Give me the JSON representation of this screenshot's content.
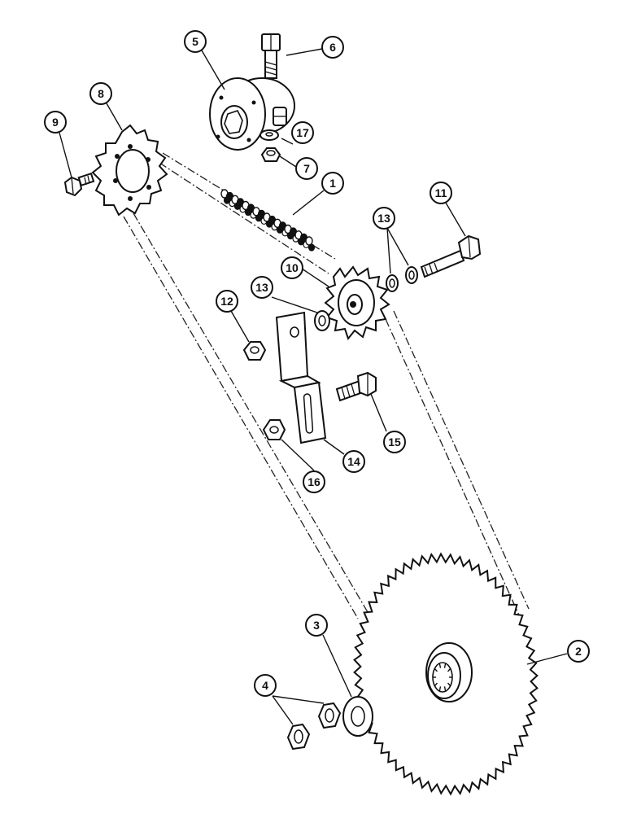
{
  "callouts": {
    "c1": "1",
    "c2": "2",
    "c3": "3",
    "c4": "4",
    "c5": "5",
    "c6": "6",
    "c7": "7",
    "c8": "8",
    "c9": "9",
    "c10": "10",
    "c11": "11",
    "c12": "12",
    "c13a": "13",
    "c13b": "13",
    "c14": "14",
    "c15": "15",
    "c16": "16",
    "c17": "17"
  },
  "colors": {
    "line": "#111111",
    "background": "#ffffff"
  }
}
